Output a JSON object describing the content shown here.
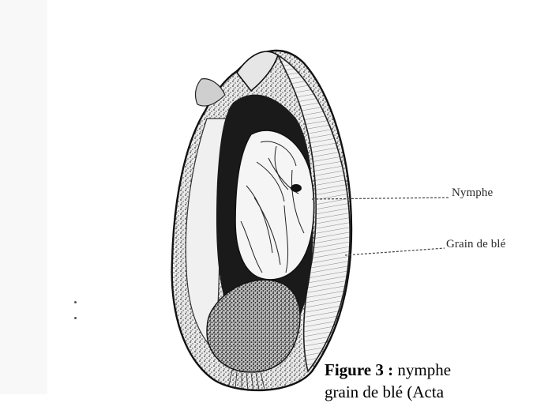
{
  "figure": {
    "labels": {
      "nymphe": "Nymphe",
      "grain": "Grain de blé"
    },
    "caption": {
      "label": "Figure 3 :",
      "text": "nymphe",
      "line2": "grain de blé (Acta"
    }
  }
}
